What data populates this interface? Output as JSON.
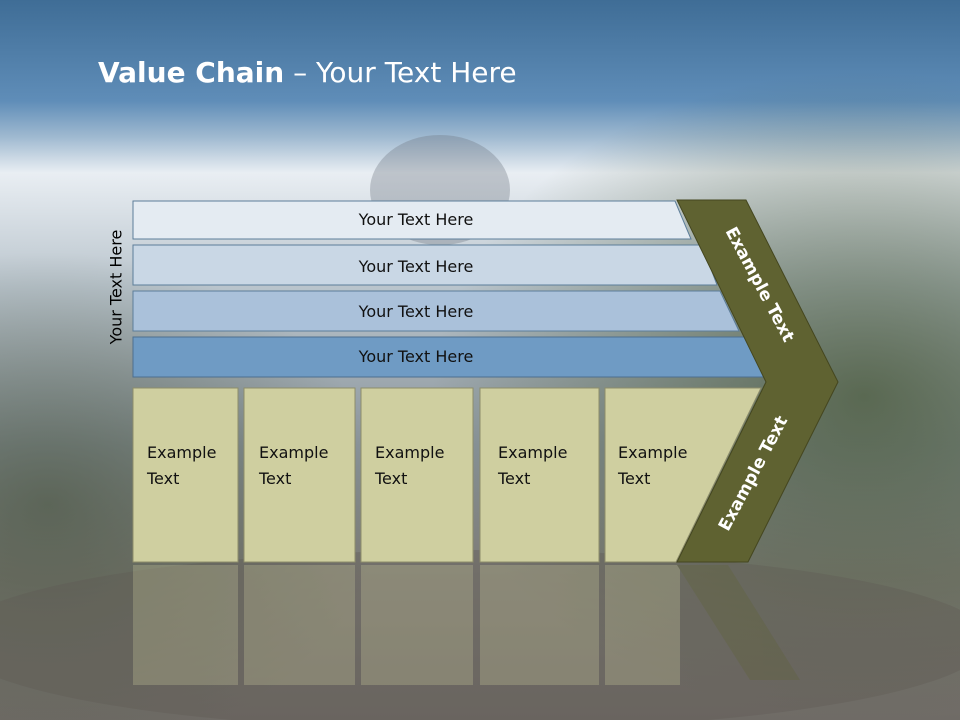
{
  "slide": {
    "title_bold": "Value Chain",
    "title_rest": " – Your Text Here",
    "side_label": "Your Text Here"
  },
  "bars": [
    {
      "label": "Your Text Here"
    },
    {
      "label": "Your Text Here"
    },
    {
      "label": "Your Text Here"
    },
    {
      "label": "Your Text Here"
    }
  ],
  "boxes": [
    {
      "line1": "Example",
      "line2": "Text"
    },
    {
      "line1": "Example",
      "line2": "Text"
    },
    {
      "line1": "Example",
      "line2": "Text"
    },
    {
      "line1": "Example",
      "line2": "Text"
    },
    {
      "line1": "Example",
      "line2": "Text"
    }
  ],
  "chevron": {
    "top_label": "Example Text",
    "bottom_label": "Example Text"
  },
  "colors": {
    "sky": "#4f7ea8",
    "bar1": "#e4ebf2",
    "bar2": "#c9d7e5",
    "bar3": "#aac1da",
    "bar4": "#6f9bc4",
    "box": "#cfcfa0",
    "chevron": "#5f6231"
  }
}
